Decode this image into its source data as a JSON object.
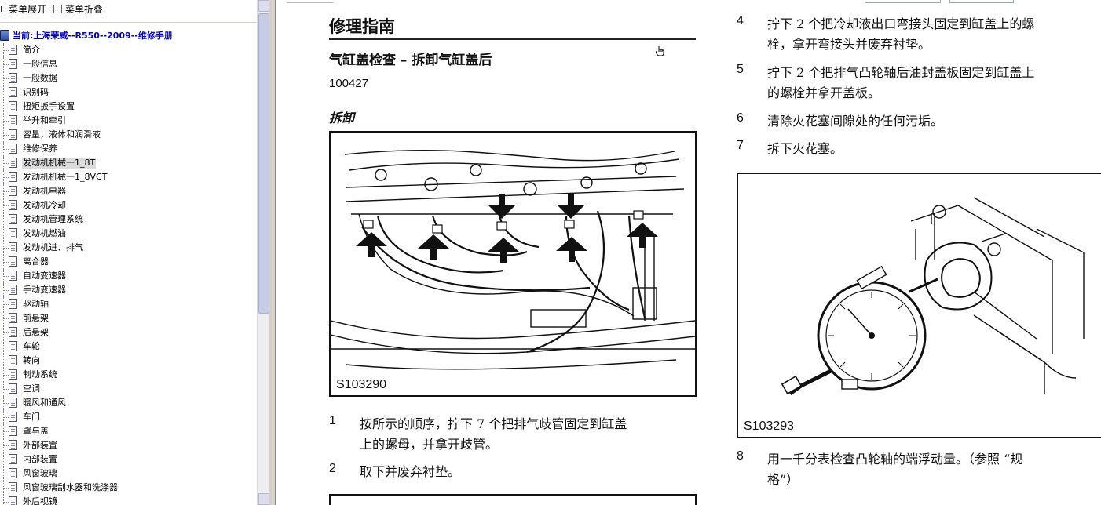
{
  "toolbar": {
    "expand_label": "菜单展开",
    "collapse_label": "菜单折叠"
  },
  "tree": {
    "root_label": "当前:上海荣威--R550--2009--维修手册",
    "selected_index": 9,
    "items": [
      "简介",
      "一般信息",
      "一般数据",
      "识别码",
      "扭矩扳手设置",
      "举升和牵引",
      "容量，液体和润滑液",
      "维修保养",
      "发动机机械一1_8T",
      "发动机机械一1_8VCT",
      "发动机电器",
      "发动机冷却",
      "发动机管理系统",
      "发动机燃油",
      "发动机进、排气",
      "离合器",
      "自动变速器",
      "手动变速器",
      "驱动轴",
      "前悬架",
      "后悬架",
      "车轮",
      "转向",
      "制动系统",
      "空调",
      "暖风和通风",
      "车门",
      "罩与盖",
      "外部装置",
      "内部装置",
      "风窗玻璃",
      "风窗玻璃刮水器和洗涤器",
      "外后视镜"
    ]
  },
  "doc": {
    "title": "修理指南",
    "subtitle": "气缸盖检查 – 拆卸气缸盖后",
    "doc_number": "100427",
    "section_heading": "拆卸",
    "figure1_label": "S103290",
    "figure2_label": "S103293",
    "steps_left": [
      {
        "n": "1",
        "lines": [
          "按所示的顺序，拧下 7 个把排气歧管固定到缸盖",
          "上的螺母，并拿开歧管。"
        ]
      },
      {
        "n": "2",
        "lines": [
          "取下并废弃衬垫。"
        ]
      }
    ],
    "steps_right": [
      {
        "n": "4",
        "lines": [
          "拧下 2 个把冷却液出口弯接头固定到缸盖上的螺",
          "栓，拿开弯接头并废弃衬垫。"
        ]
      },
      {
        "n": "5",
        "lines": [
          "拧下 2 个把排气凸轮轴后油封盖板固定到缸盖上",
          "的螺栓并拿开盖板。"
        ]
      },
      {
        "n": "6",
        "lines": [
          "清除火花塞间隙处的任何污垢。"
        ]
      },
      {
        "n": "7",
        "lines": [
          "拆下火花塞。"
        ]
      },
      {
        "n": "8",
        "lines": [
          "用一千分表检查凸轮轴的端浮动量。（参照 “规",
          "格”）"
        ]
      }
    ]
  }
}
